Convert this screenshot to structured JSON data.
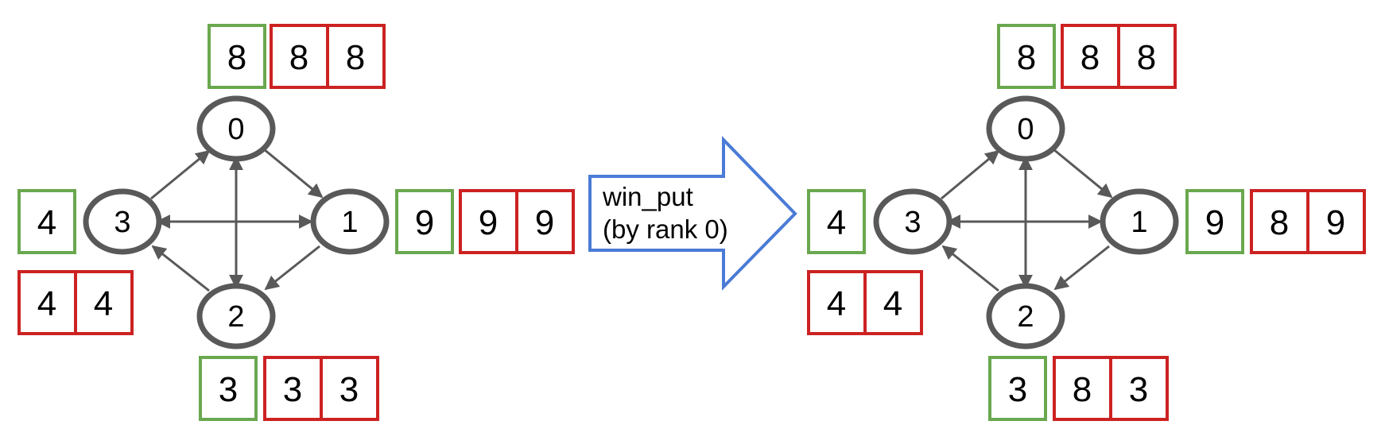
{
  "colors": {
    "green_box": "#6aa84f",
    "red_box": "#cc2222",
    "node_stroke": "#595959",
    "edge": "#595959",
    "transition_arrow": "#4a7bd6"
  },
  "transition": {
    "line1": "win_put",
    "line2": "(by rank 0)"
  },
  "before": {
    "nodes": {
      "n0": "0",
      "n1": "1",
      "n2": "2",
      "n3": "3"
    },
    "buffers": {
      "rank0": {
        "local": "8",
        "window": [
          "8",
          "8"
        ]
      },
      "rank1": {
        "local": "9",
        "window": [
          "9",
          "9"
        ]
      },
      "rank2": {
        "local": "3",
        "window": [
          "3",
          "3"
        ]
      },
      "rank3": {
        "local": "4",
        "window": [
          "4",
          "4"
        ]
      }
    }
  },
  "after": {
    "nodes": {
      "n0": "0",
      "n1": "1",
      "n2": "2",
      "n3": "3"
    },
    "buffers": {
      "rank0": {
        "local": "8",
        "window": [
          "8",
          "8"
        ]
      },
      "rank1": {
        "local": "9",
        "window": [
          "8",
          "9"
        ]
      },
      "rank2": {
        "local": "3",
        "window": [
          "8",
          "3"
        ]
      },
      "rank3": {
        "local": "4",
        "window": [
          "4",
          "4"
        ]
      }
    }
  }
}
